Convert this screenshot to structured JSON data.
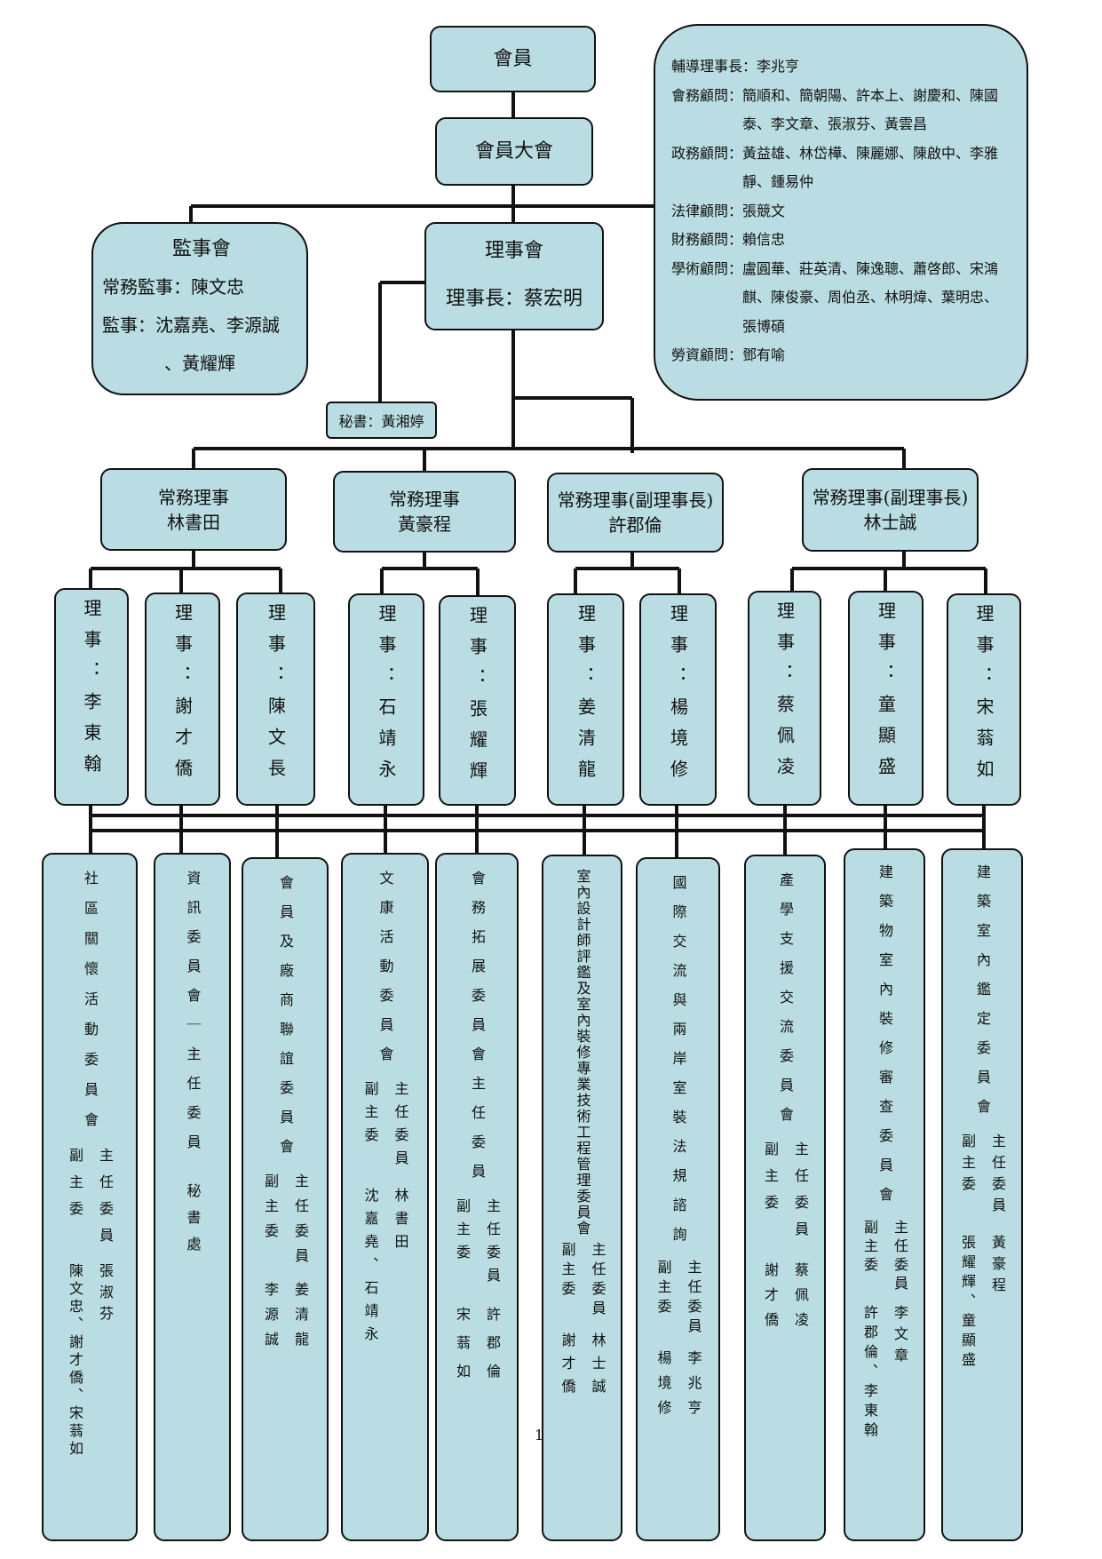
{
  "member": "會員",
  "assembly": "會員大會",
  "supervisors": {
    "title": "監事會",
    "standing": "常務監事：陳文忠",
    "members_line1": "監事：沈嘉堯、李源誠",
    "members_line2": "、黃耀輝"
  },
  "board": {
    "title": "理事會",
    "chairman": "理事長：蔡宏明"
  },
  "secretary": "秘書：黃湘婷",
  "advisors": [
    {
      "label": "輔導理事長：",
      "names": "李兆亨"
    },
    {
      "label": "會務顧問：",
      "names": "簡順和、簡朝陽、許本上、謝慶和、陳國泰、李文章、張淑芬、黃雲昌"
    },
    {
      "label": "政務顧問：",
      "names": "黃益雄、林岱樺、陳麗娜、陳啟中、李雅靜、鍾易仲"
    },
    {
      "label": "法律顧問：",
      "names": "張競文"
    },
    {
      "label": "財務顧問：",
      "names": "賴信忠"
    },
    {
      "label": "學術顧問：",
      "names": "盧圓華、莊英清、陳逸聰、蕭啓郎、宋鴻麒、陳俊豪、周伯丞、林明煒、葉明忠、張博碩"
    },
    {
      "label": "勞資顧問：",
      "names": "鄧有喻"
    }
  ],
  "standing_directors": [
    {
      "title": "常務理事",
      "name": "林書田"
    },
    {
      "title": "常務理事",
      "name": "黃豪程"
    },
    {
      "title": "常務理事(副理事長)",
      "name": "許郡倫"
    },
    {
      "title": "常務理事(副理事長)",
      "name": "林士誠"
    }
  ],
  "directors": [
    "理事：李東翰",
    "理事：謝才僑",
    "理事：陳文長",
    "理事：石靖永",
    "理事：張耀輝",
    "理事：姜清龍",
    "理事：楊境修",
    "理事：蔡佩凌",
    "理事：童顯盛",
    "理事：宋蓊如"
  ],
  "committees": [
    {
      "name": "社區關懷活動委員會",
      "role_chair": "主任委員",
      "role_vice": "副主委",
      "chair": "張淑芬",
      "vice": "陳文忠、謝才僑、宋蓊如"
    },
    {
      "name": "資訊委員會｜主任委員",
      "role_chair": "",
      "role_vice": "",
      "chair": "秘書處",
      "vice": ""
    },
    {
      "name": "會員及廠商聯誼委員會",
      "role_chair": "主任委員",
      "role_vice": "副主委",
      "chair": "姜清龍",
      "vice": "李源誠"
    },
    {
      "name": "文康活動委員會",
      "role_chair": "主任委員",
      "role_vice": "副主委",
      "chair": "林書田",
      "vice": "沈嘉堯、石靖永"
    },
    {
      "name": "會務拓展委員會主任委員",
      "role_chair": "主任委員",
      "role_vice": "副主委",
      "chair": "許郡倫",
      "vice": "宋蓊如"
    },
    {
      "name": "室內設計師評鑑及室內裝修專業技術工程管理委員會",
      "role_chair": "主任委員",
      "role_vice": "副主委",
      "chair": "林士誠",
      "vice": "謝才僑"
    },
    {
      "name": "國際交流與兩岸室裝法規諮詢",
      "role_chair": "主任委員",
      "role_vice": "副主委",
      "chair": "李兆亨",
      "vice": "楊境修"
    },
    {
      "name": "產學支援交流委員會",
      "role_chair": "主任委員",
      "role_vice": "副主委",
      "chair": "蔡佩凌",
      "vice": "謝才僑"
    },
    {
      "name": "建築物室內裝修審查委員會",
      "role_chair": "主任委員",
      "role_vice": "副主委",
      "chair": "李文章",
      "vice": "許郡倫、李東翰"
    },
    {
      "name": "建築室內鑑定委員會",
      "role_chair": "主任委員",
      "role_vice": "副主委",
      "chair": "黃豪程",
      "vice": "張耀輝、童顯盛"
    }
  ],
  "page_number": "1"
}
